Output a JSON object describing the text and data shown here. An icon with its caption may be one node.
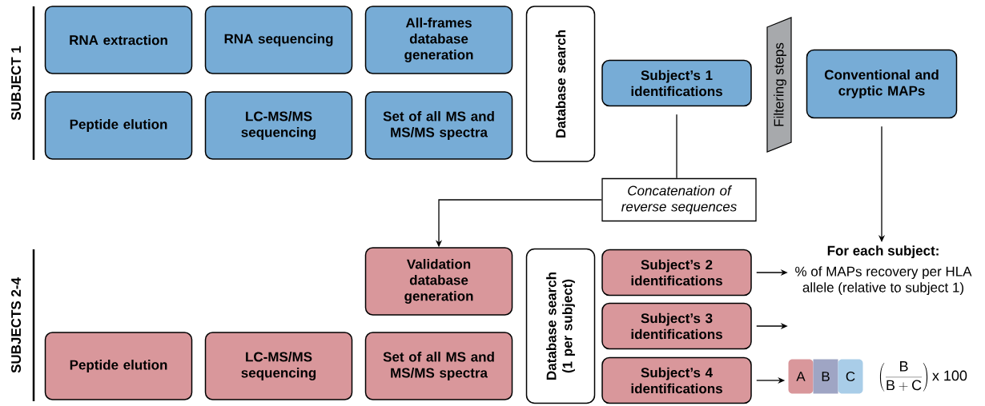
{
  "diagram": {
    "nodes": [
      {
        "text": [
          "RNA extraction"
        ]
      },
      {
        "text": [
          "RNA sequencing"
        ]
      },
      {
        "text": [
          "All-frames database generation"
        ]
      },
      {
        "text": [
          "Peptide elution"
        ]
      },
      {
        "text": [
          "LC-MS/MS sequencing"
        ]
      },
      {
        "text": [
          "Set of all MS and MS/MS spectra"
        ]
      },
      {
        "text": [
          "Database search"
        ]
      },
      {
        "text": [
          "Subject’s 1 identifications"
        ]
      },
      {
        "text": [
          "Filtering steps"
        ]
      },
      {
        "text": [
          "Conventional and cryptic MAPs"
        ]
      },
      {
        "text": [
          "Concatenation of reverse sequences"
        ]
      },
      {
        "text": [
          "Validation database generation"
        ]
      },
      {
        "text": [
          "Peptide elution"
        ]
      },
      {
        "text": [
          "LC-MS/MS sequencing"
        ]
      },
      {
        "text": [
          "Set of all MS and MS/MS spectra"
        ]
      },
      {
        "text": [
          "Database search (1 per subject)"
        ]
      },
      {
        "text": [
          "Subject’s 2 identifications"
        ]
      },
      {
        "text": [
          "Subject’s 3 identifications"
        ]
      },
      {
        "text": [
          "Subject’s 4 identifications"
        ]
      },
      {
        "text": [
          "For each subject:",
          "% of MAPs recovery per HLA allele (relative to subject 1)"
        ]
      },
      {
        "text": [
          "A",
          "B",
          "C"
        ]
      }
    ],
    "edges": [
      {
        "from": 7,
        "to": 10,
        "arrow": "none"
      },
      {
        "from": 10,
        "to": 11,
        "arrow": "to"
      },
      {
        "from": 9,
        "to": 19,
        "arrow": "to"
      },
      {
        "from": 16,
        "to": 19,
        "arrow": "to"
      },
      {
        "from": 17,
        "to": 19,
        "arrow": "to"
      },
      {
        "from": 18,
        "to": 20,
        "arrow": "to"
      }
    ],
    "labels": [
      "SUBJECT 1",
      "SUBJECTS 2-4",
      "\\left(\\frac{\\mathrm{B}}{\\mathrm{B + C}}\\right)\\mathrm{x\\ 100}"
    ]
  }
}
